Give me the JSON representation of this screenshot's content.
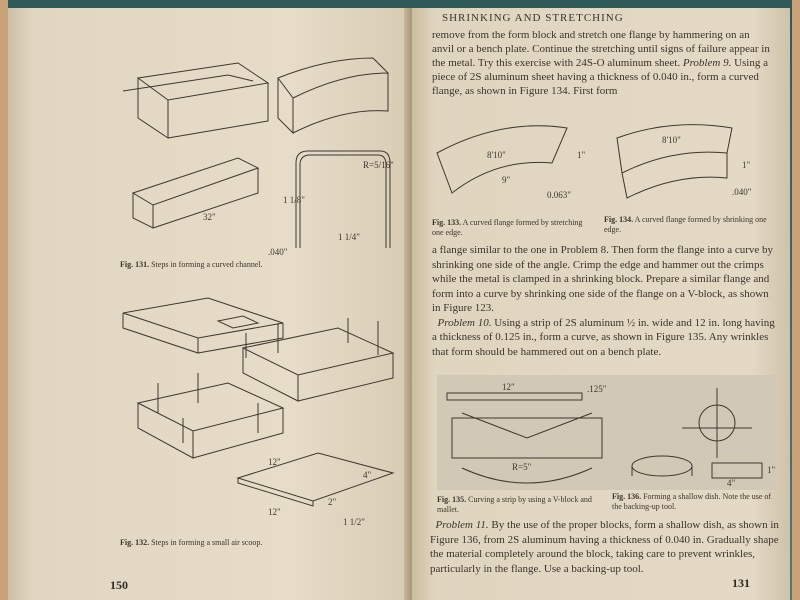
{
  "left_page": {
    "page_number": "150",
    "fig131": {
      "label": "Fig. 131.",
      "caption": "Steps in forming a curved channel.",
      "dims": [
        "32\"",
        "1 1/8\"",
        "R=5/16\"",
        ".040\"",
        "1 1/4\""
      ]
    },
    "fig132": {
      "label": "Fig. 132.",
      "caption": "Steps in forming a small air scoop.",
      "dims": [
        "12\"",
        "12\"",
        "4\"",
        "2\"",
        "1 1/2\""
      ]
    }
  },
  "right_page": {
    "running_head": "SHRINKING AND STRETCHING",
    "page_number": "131",
    "para1": "remove from the form block and stretch one flange by hammering on an anvil or a bench plate. Continue the stretching until signs of failure appear in the metal. Try this exercise with 24S-O aluminum sheet.",
    "problem9_label": "Problem 9.",
    "problem9": "Using a piece of 2S aluminum sheet having a thickness of 0.040 in., form a curved flange, as shown in Figure 134. First form",
    "fig133": {
      "label": "Fig. 133.",
      "caption": "A curved flange formed by stretching one edge.",
      "dims": [
        "8'10\"",
        "9\"",
        "1\"",
        "0.063\""
      ]
    },
    "fig134": {
      "label": "Fig. 134.",
      "caption": "A curved flange formed by shrinking one edge.",
      "dims": [
        "8'10\"",
        "1\"",
        ".040\""
      ]
    },
    "para2": "a flange similar to the one in Problem 8. Then form the flange into a curve by shrinking one side of the angle. Crimp the edge and hammer out the crimps while the metal is clamped in a shrinking block. Prepare a similar flange and form into a curve by shrinking one side of the flange on a V-block, as shown in Figure 123.",
    "problem10_label": "Problem 10.",
    "problem10": "Using a strip of 2S aluminum ½ in. wide and 12 in. long having a thickness of 0.125 in., form a curve, as shown in Figure 135. Any wrinkles that form should be hammered out on a bench plate.",
    "fig135": {
      "label": "Fig. 135.",
      "caption": "Curving a strip by using a V-block and mallet.",
      "dims": [
        "12\"",
        ".125\"",
        "R=5\""
      ]
    },
    "fig136": {
      "label": "Fig. 136.",
      "caption": "Forming a shallow dish. Note the use of the backing-up tool.",
      "dims": [
        "4\"",
        "1\""
      ]
    },
    "problem11_label": "Problem 11.",
    "problem11": "By the use of the proper blocks, form a shallow dish, as shown in Figure 136, from 2S aluminum having a thickness of 0.040 in. Gradually shape the material completely around the block, taking care to prevent wrinkles, particularly in the flange. Use a backing-up tool."
  }
}
